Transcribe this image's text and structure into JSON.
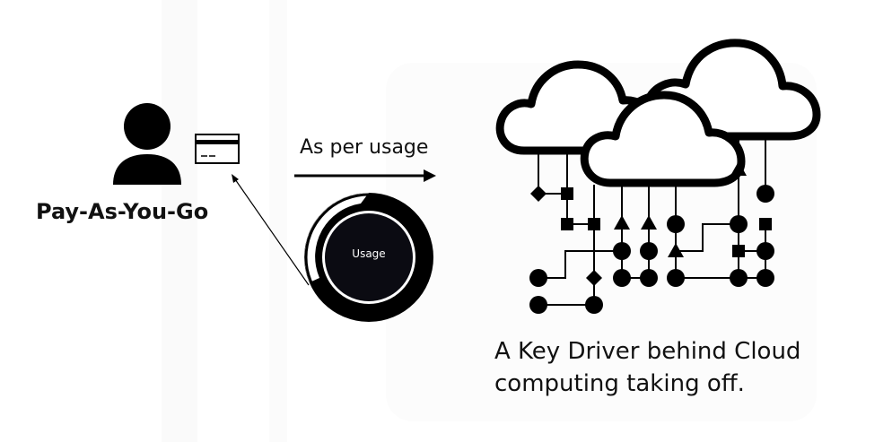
{
  "payg": {
    "label": "Pay-As-You-Go",
    "icons": [
      "user-icon",
      "credit-card-icon"
    ]
  },
  "usage_arrow": {
    "label": "As per usage"
  },
  "gauge": {
    "center_label": "Usage"
  },
  "cloud": {
    "icon": "cloud-network-icon",
    "caption_line1": "A Key Driver behind Cloud",
    "caption_line2": "computing taking off."
  },
  "colors": {
    "ink": "#111111",
    "background": "#ffffff",
    "gauge_center": "#0b0b12"
  }
}
